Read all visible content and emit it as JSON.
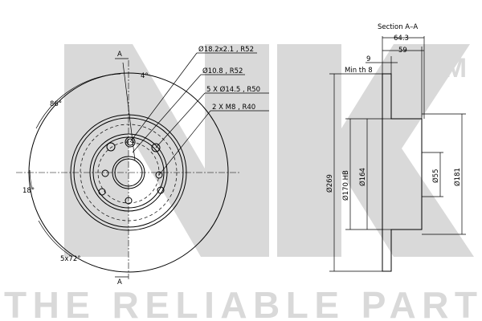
{
  "watermark": {
    "logo": "NK",
    "trademark": "TM",
    "slogan": "THE RELIABLE PART"
  },
  "front_view": {
    "section_marker": "A",
    "angles": {
      "a4": "4°",
      "a86": "86°",
      "a18": "18°",
      "a72": "5x72°"
    },
    "callouts": [
      "Ø18.2x2.1 , R52",
      "Ø10.8 , R52",
      "5 X Ø14.5 , R50",
      "2 X M8 , R40"
    ]
  },
  "section_view": {
    "title": "Section A–A",
    "dims": {
      "width_total": "64.3",
      "width_hat": "59",
      "thickness": "9",
      "min_thickness": "Min th 8",
      "outer_dia": "Ø269",
      "hb_dia": "Ø170 HB",
      "inner_dia": "Ø164",
      "center_bore": "Ø55",
      "hat_dia": "Ø181"
    }
  }
}
